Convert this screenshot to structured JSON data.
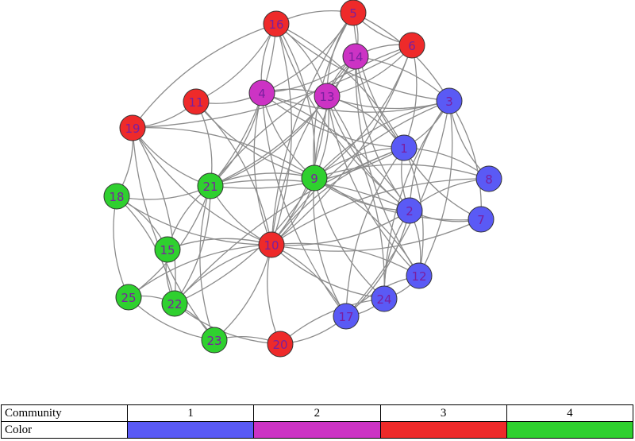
{
  "communities": [
    {
      "id": 1,
      "label": "1",
      "color": "#5a5af5"
    },
    {
      "id": 2,
      "label": "2",
      "color": "#cc33c4"
    },
    {
      "id": 3,
      "label": "3",
      "color": "#ee2a2a"
    },
    {
      "id": 4,
      "label": "4",
      "color": "#2fd02f"
    }
  ],
  "legend": {
    "row1_label": "Community",
    "row2_label": "Color"
  },
  "label_color": "#7a1fa0",
  "nodes": [
    {
      "id": "1",
      "community": 1
    },
    {
      "id": "2",
      "community": 1
    },
    {
      "id": "3",
      "community": 1
    },
    {
      "id": "4",
      "community": 2
    },
    {
      "id": "5",
      "community": 3
    },
    {
      "id": "6",
      "community": 3
    },
    {
      "id": "7",
      "community": 1
    },
    {
      "id": "8",
      "community": 1
    },
    {
      "id": "9",
      "community": 4
    },
    {
      "id": "10",
      "community": 3
    },
    {
      "id": "11",
      "community": 3
    },
    {
      "id": "12",
      "community": 1
    },
    {
      "id": "13",
      "community": 2
    },
    {
      "id": "14",
      "community": 2
    },
    {
      "id": "15",
      "community": 4
    },
    {
      "id": "16",
      "community": 3
    },
    {
      "id": "17",
      "community": 1
    },
    {
      "id": "18",
      "community": 4
    },
    {
      "id": "19",
      "community": 3
    },
    {
      "id": "20",
      "community": 3
    },
    {
      "id": "21",
      "community": 4
    },
    {
      "id": "22",
      "community": 4
    },
    {
      "id": "23",
      "community": 4
    },
    {
      "id": "24",
      "community": 1
    },
    {
      "id": "25",
      "community": 4
    }
  ],
  "edges": [
    [
      "10",
      "4"
    ],
    [
      "10",
      "13"
    ],
    [
      "10",
      "14"
    ],
    [
      "10",
      "16"
    ],
    [
      "10",
      "5"
    ],
    [
      "10",
      "6"
    ],
    [
      "10",
      "1"
    ],
    [
      "10",
      "2"
    ],
    [
      "10",
      "3"
    ],
    [
      "10",
      "9"
    ],
    [
      "10",
      "21"
    ],
    [
      "10",
      "22"
    ],
    [
      "10",
      "23"
    ],
    [
      "10",
      "20"
    ],
    [
      "10",
      "17"
    ],
    [
      "10",
      "24"
    ],
    [
      "10",
      "12"
    ],
    [
      "10",
      "15"
    ],
    [
      "10",
      "19"
    ],
    [
      "10",
      "11"
    ],
    [
      "10",
      "18"
    ],
    [
      "10",
      "7"
    ],
    [
      "10",
      "8"
    ],
    [
      "10",
      "25"
    ],
    [
      "9",
      "4"
    ],
    [
      "9",
      "13"
    ],
    [
      "9",
      "14"
    ],
    [
      "9",
      "16"
    ],
    [
      "9",
      "5"
    ],
    [
      "9",
      "6"
    ],
    [
      "9",
      "1"
    ],
    [
      "9",
      "2"
    ],
    [
      "9",
      "3"
    ],
    [
      "9",
      "21"
    ],
    [
      "9",
      "22"
    ],
    [
      "9",
      "17"
    ],
    [
      "9",
      "12"
    ],
    [
      "9",
      "24"
    ],
    [
      "9",
      "8"
    ],
    [
      "9",
      "7"
    ],
    [
      "9",
      "11"
    ],
    [
      "9",
      "19"
    ],
    [
      "4",
      "13"
    ],
    [
      "4",
      "14"
    ],
    [
      "4",
      "16"
    ],
    [
      "4",
      "5"
    ],
    [
      "4",
      "11"
    ],
    [
      "4",
      "1"
    ],
    [
      "4",
      "2"
    ],
    [
      "4",
      "3"
    ],
    [
      "4",
      "21"
    ],
    [
      "4",
      "17"
    ],
    [
      "13",
      "14"
    ],
    [
      "13",
      "16"
    ],
    [
      "13",
      "5"
    ],
    [
      "13",
      "6"
    ],
    [
      "13",
      "1"
    ],
    [
      "13",
      "3"
    ],
    [
      "13",
      "21"
    ],
    [
      "13",
      "12"
    ],
    [
      "13",
      "24"
    ],
    [
      "13",
      "2"
    ],
    [
      "16",
      "5"
    ],
    [
      "16",
      "19"
    ],
    [
      "16",
      "1"
    ],
    [
      "16",
      "3"
    ],
    [
      "16",
      "11"
    ],
    [
      "16",
      "2"
    ],
    [
      "16",
      "21"
    ],
    [
      "5",
      "6"
    ],
    [
      "5",
      "14"
    ],
    [
      "5",
      "1"
    ],
    [
      "5",
      "3"
    ],
    [
      "6",
      "14"
    ],
    [
      "6",
      "1"
    ],
    [
      "6",
      "21"
    ],
    [
      "6",
      "19"
    ],
    [
      "14",
      "1"
    ],
    [
      "14",
      "3"
    ],
    [
      "14",
      "2"
    ],
    [
      "14",
      "21"
    ],
    [
      "14",
      "12"
    ],
    [
      "3",
      "1"
    ],
    [
      "3",
      "8"
    ],
    [
      "3",
      "7"
    ],
    [
      "3",
      "2"
    ],
    [
      "3",
      "12"
    ],
    [
      "3",
      "24"
    ],
    [
      "3",
      "17"
    ],
    [
      "1",
      "2"
    ],
    [
      "1",
      "8"
    ],
    [
      "1",
      "7"
    ],
    [
      "1",
      "12"
    ],
    [
      "1",
      "17"
    ],
    [
      "1",
      "21"
    ],
    [
      "1",
      "22"
    ],
    [
      "2",
      "8"
    ],
    [
      "2",
      "7"
    ],
    [
      "2",
      "12"
    ],
    [
      "2",
      "24"
    ],
    [
      "2",
      "17"
    ],
    [
      "2",
      "21"
    ],
    [
      "12",
      "24"
    ],
    [
      "12",
      "17"
    ],
    [
      "24",
      "17"
    ],
    [
      "19",
      "11"
    ],
    [
      "19",
      "18"
    ],
    [
      "19",
      "21"
    ],
    [
      "19",
      "22"
    ],
    [
      "19",
      "23"
    ],
    [
      "11",
      "21"
    ],
    [
      "18",
      "21"
    ],
    [
      "18",
      "15"
    ],
    [
      "18",
      "25"
    ],
    [
      "18",
      "22"
    ],
    [
      "21",
      "15"
    ],
    [
      "21",
      "22"
    ],
    [
      "21",
      "23"
    ],
    [
      "21",
      "25"
    ],
    [
      "15",
      "22"
    ],
    [
      "25",
      "22"
    ],
    [
      "25",
      "23"
    ],
    [
      "22",
      "23"
    ],
    [
      "22",
      "20"
    ],
    [
      "23",
      "20"
    ],
    [
      "20",
      "17"
    ],
    [
      "20",
      "24"
    ]
  ]
}
